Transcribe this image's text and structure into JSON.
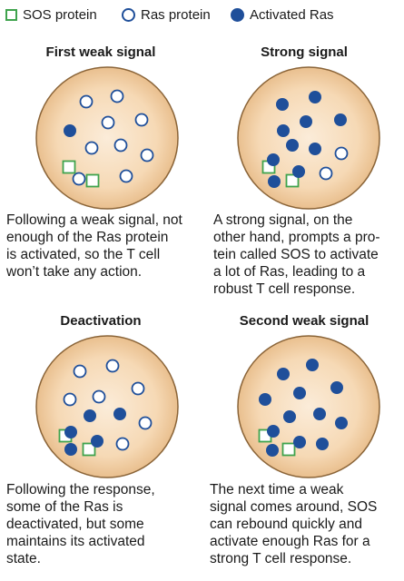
{
  "legend": {
    "sos_label": "SOS protein",
    "ras_label": "Ras protein",
    "activated_label": "Activated Ras"
  },
  "colors": {
    "cell_fill_center": "#fbecd9",
    "cell_fill_edge": "#e9bf8e",
    "cell_stroke": "#8a6438",
    "ras_blue": "#1f4f9a",
    "sos_green": "#3fa34d"
  },
  "panels": [
    {
      "title": "First weak signal",
      "caption": "Following a weak signal, not\nenough of the Ras protein\nis activated, so the T cell\nwon’t take any action.",
      "sos_count": 2,
      "ras_count": 9,
      "activated_ras_count": 1
    },
    {
      "title": "Strong signal",
      "caption": "A strong signal, on the\nother hand, prompts a pro-\ntein called SOS to activate\na lot of Ras, leading to a\nrobust T cell response.",
      "sos_count": 2,
      "ras_count": 2,
      "activated_ras_count": 10
    },
    {
      "title": "Deactivation",
      "caption": "Following the response,\nsome of the Ras is\ndeactivated, but some\nmaintains its activated\nstate.",
      "sos_count": 2,
      "ras_count": 7,
      "activated_ras_count": 5
    },
    {
      "title": "Second weak signal",
      "caption": "The next time a weak\nsignal comes around, SOS\ncan rebound quickly and\nactivate enough Ras for a\nstrong T cell response.",
      "sos_count": 2,
      "ras_count": 0,
      "activated_ras_count": 12
    }
  ]
}
